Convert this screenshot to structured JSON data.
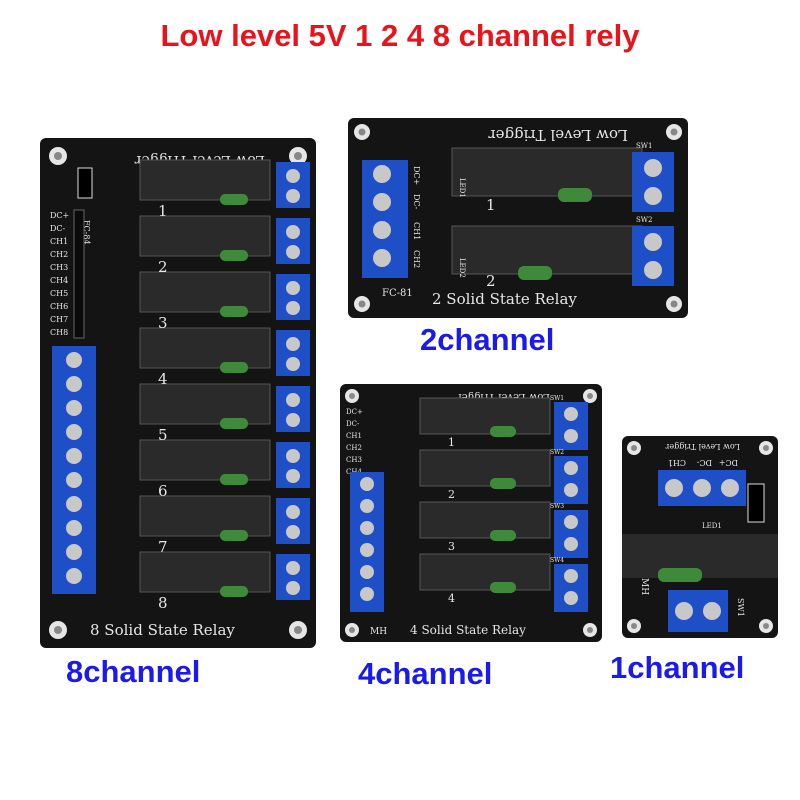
{
  "headline": "Low level 5V 1 2 4 8 channel rely",
  "boards": {
    "eight": {
      "caption": "8channel",
      "trigger_label": "Low Level Trigger",
      "footer_label": "8 Solid State Relay",
      "header_pins": [
        "DC+",
        "DC-",
        "CH1",
        "CH2",
        "CH3",
        "CH4",
        "CH5",
        "CH6",
        "CH7",
        "CH8"
      ],
      "model_code": "FC-84",
      "channel_numbers": [
        "1",
        "2",
        "3",
        "4",
        "5",
        "6",
        "7",
        "8"
      ]
    },
    "two": {
      "caption": "2channel",
      "trigger_label": "Low Level Trigger",
      "footer_label": "2 Solid State Relay",
      "model_code": "FC-81",
      "input_pins": [
        "DC+",
        "DC-",
        "CH1",
        "CH2"
      ],
      "switch_labels": [
        "SW1",
        "SW2"
      ],
      "led_labels": [
        "LED1",
        "LED2"
      ],
      "channel_numbers": [
        "1",
        "2"
      ]
    },
    "four": {
      "caption": "4channel",
      "trigger_label": "Low Level Trigger",
      "footer_label": "4 Solid State Relay",
      "mark": "MH",
      "header_pins": [
        "DC+",
        "DC-",
        "CH1",
        "CH2",
        "CH3",
        "CH4"
      ],
      "switch_labels": [
        "SW1",
        "SW2",
        "SW3",
        "SW4"
      ],
      "channel_numbers": [
        "1",
        "2",
        "3",
        "4"
      ]
    },
    "one": {
      "caption": "1channel",
      "trigger_label": "Low Level Trigger",
      "pins": [
        "DC+",
        "DC-",
        "CH1"
      ],
      "led_label": "LED1",
      "mark": "MH",
      "switch_label": "SW1"
    }
  },
  "colors": {
    "headline": "#e8141c",
    "caption": "#1a1aee",
    "pcb": "#141414",
    "terminal": "#1f4fc7",
    "relay_body": "#2a2a2a",
    "fuse": "#3f8a3a"
  }
}
